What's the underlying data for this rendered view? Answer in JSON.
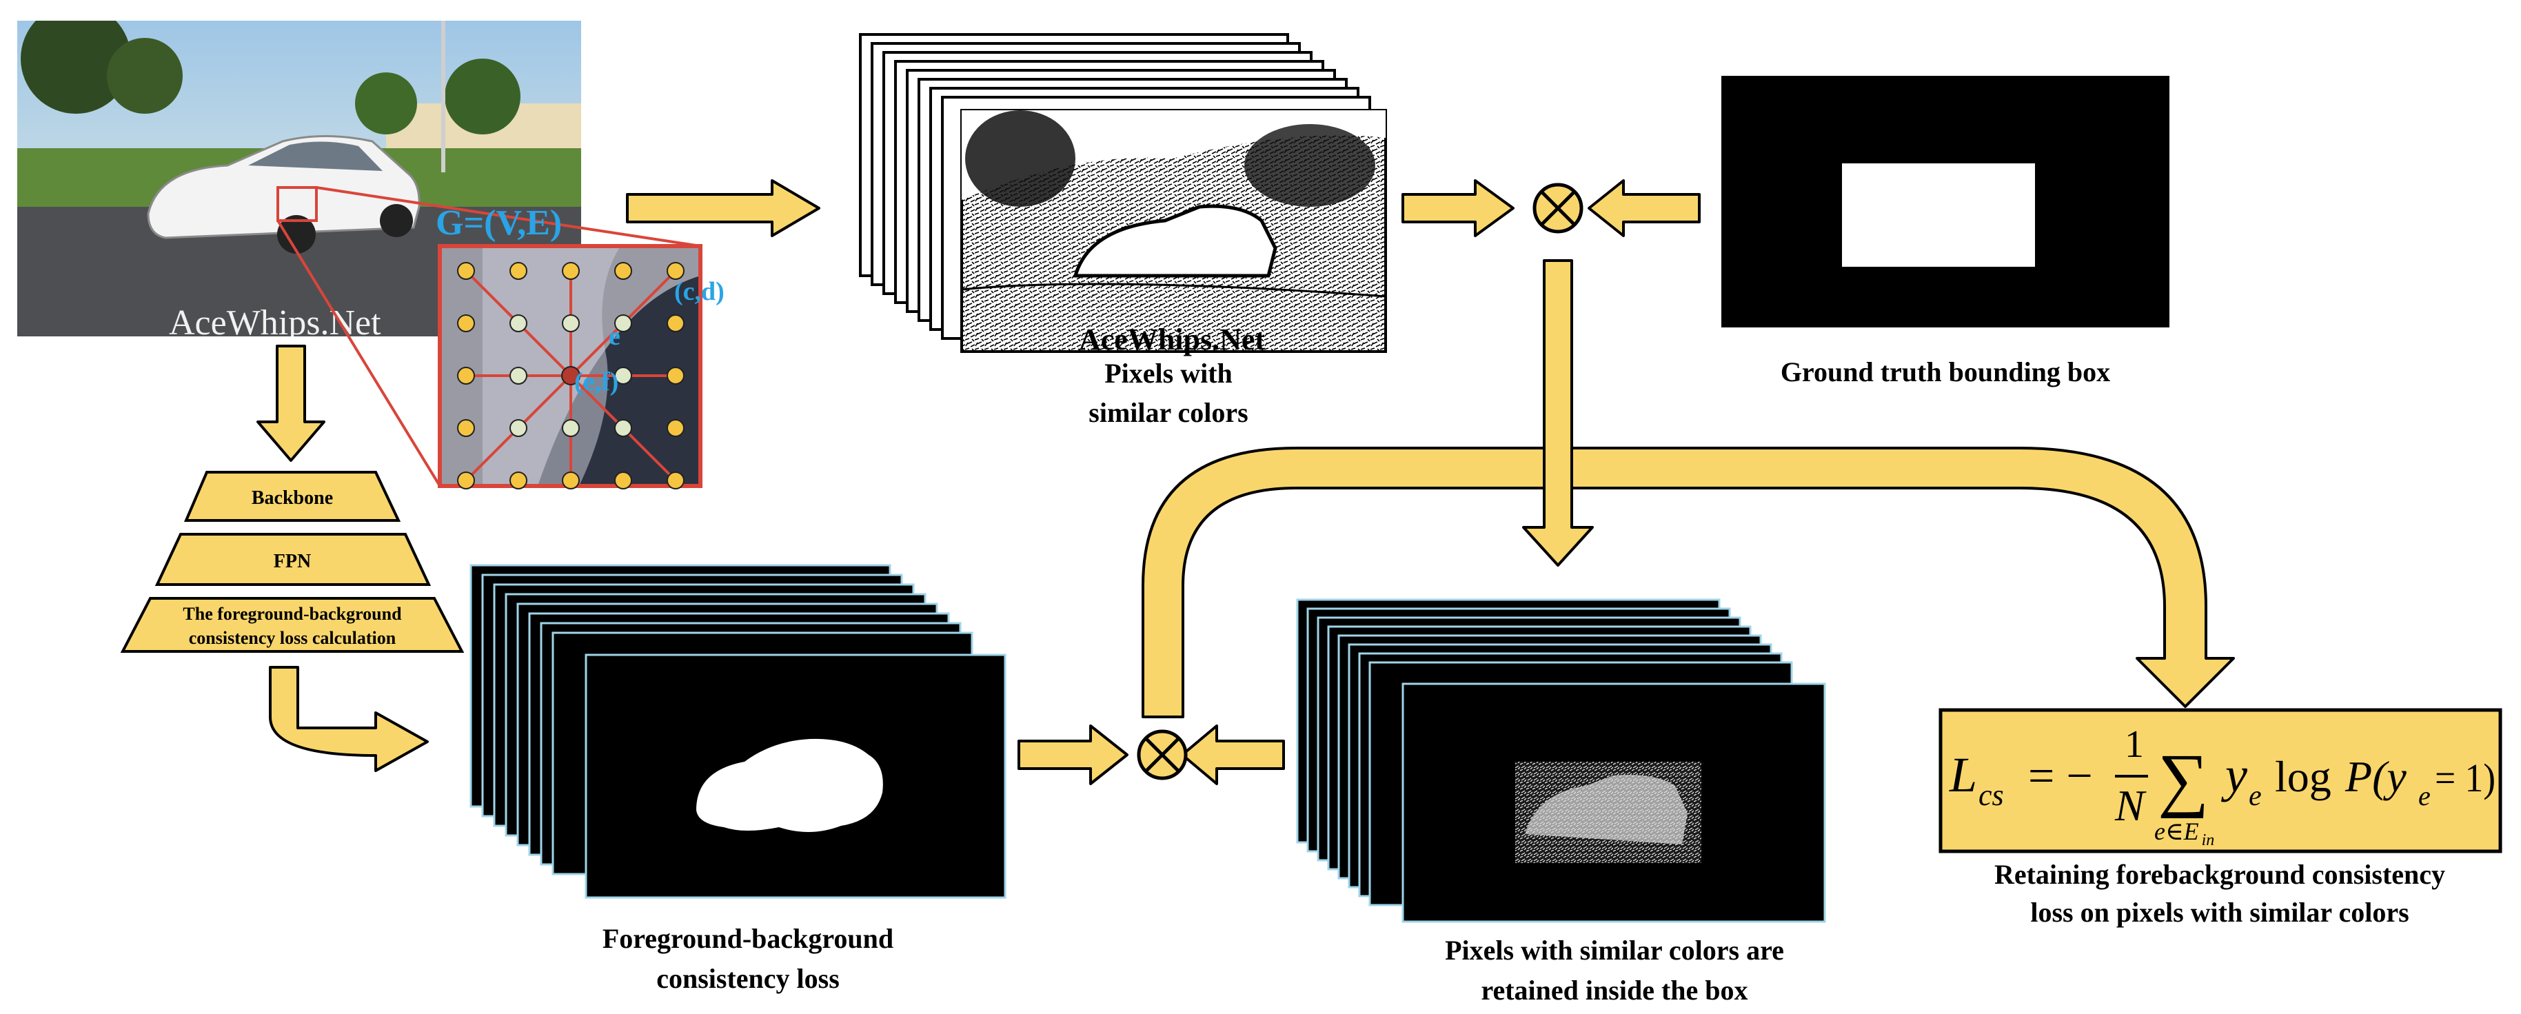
{
  "photo": {
    "watermark": "AceWhips.Net",
    "graph_label": "G=(V,E)",
    "node_label_cd": "(c,d)",
    "node_label_ef": "(e,f)",
    "edge_label": "e"
  },
  "similar_colors": {
    "watermark": "AceWhips.Net",
    "caption_line1": "Pixels with",
    "caption_line2": "similar colors"
  },
  "ground_truth": {
    "caption": "Ground truth bounding box"
  },
  "pipeline": {
    "backbone": "Backbone",
    "fpn": "FPN",
    "loss_line1": "The foreground-background",
    "loss_line2": "consistency loss calculation"
  },
  "fg_bg": {
    "caption_line1": "Foreground-background",
    "caption_line2": "consistency loss"
  },
  "retained": {
    "caption_line1": "Pixels with similar colors are",
    "caption_line2": "retained inside the box"
  },
  "formula": {
    "lhs": "L",
    "lhs_sub": "cs",
    "equals": "= −",
    "frac_num": "1",
    "frac_den": "N",
    "sum": "∑",
    "sum_sub": "e∈E",
    "sum_sub_in": "in",
    "body": "y",
    "body_sub": "e",
    "log": "log",
    "p": "P(y",
    "p_sub": "e",
    "p_end": "= 1)",
    "caption_line1": "Retaining forebackground consistency",
    "caption_line2": "loss on pixels with similar colors"
  },
  "operators": {
    "multiply_symbol": "⊗"
  },
  "colors": {
    "arrow_fill": "#f9d66b",
    "arrow_stroke": "#000000",
    "formula_fill": "#f9d66b",
    "graph_line": "#d9453a",
    "node_yellow": "#f5c542",
    "node_pale": "#dfe8c8",
    "graph_label": "#2aa4e6"
  }
}
